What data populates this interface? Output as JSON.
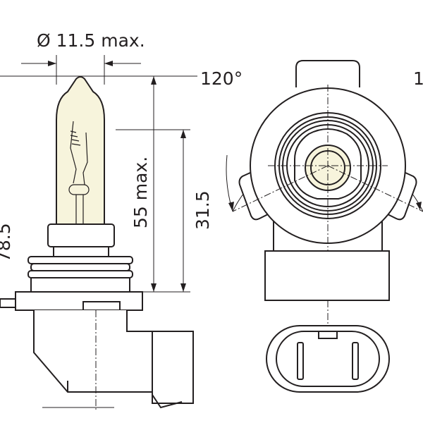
{
  "labels": {
    "diameter": "Ø 11.5 max.",
    "angle_main": "120°",
    "angle_right_partial": "1",
    "height_max": "55 max.",
    "light_center": "31.5",
    "left_dim_partial": "78.5"
  },
  "colors": {
    "line": "#231f20",
    "glass": "#f7f4dc",
    "background": "#ffffff"
  }
}
